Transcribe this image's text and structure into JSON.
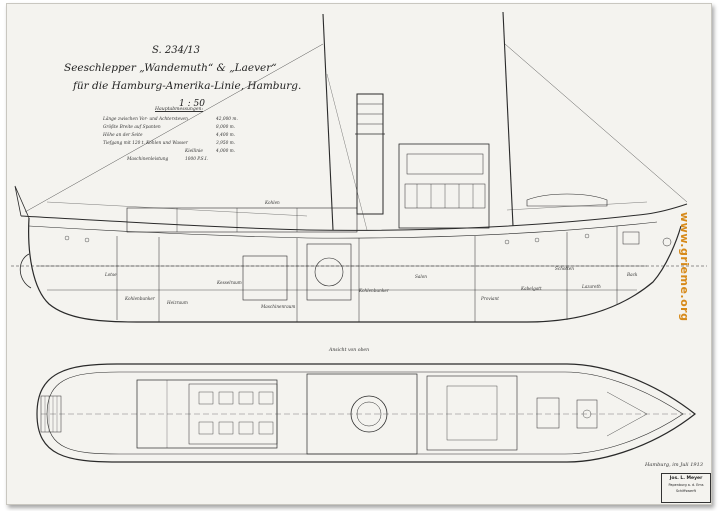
{
  "drawing": {
    "number": "S. 234/13",
    "vessel": "Seeschlepper „Wandemuth“ & „Laever“",
    "owner_line": "für die Hamburg-Amerika-Linie, Hamburg.",
    "scale": "1 : 50",
    "section_view": "Ansicht von oben"
  },
  "dimensions": {
    "heading": "Hauptabmessungen:",
    "rows": [
      {
        "label": "Länge zwischen Vor- und Achtersteven",
        "value": "42,000 m."
      },
      {
        "label": "Größte Breite auf Spanten",
        "value": "8,000 m."
      },
      {
        "label": "Höhe an der Seite",
        "value": "4,400 m."
      },
      {
        "label": "Tiefgang mit 120 t. Kohlen und Wasser",
        "value": "3,950 m."
      },
      {
        "label": "Kiellinie",
        "value": "4,000 m."
      },
      {
        "label": "Maschinenleistung",
        "value": "1000 P.S.I."
      }
    ]
  },
  "profile_labels": [
    "Lotse",
    "Kohlenbunker",
    "Heizraum",
    "Kesselraum",
    "Maschinenraum",
    "Salon",
    "Proviant",
    "Kabelgatt",
    "Schotten",
    "Lazareth",
    "Back",
    "Kohlenbunker",
    "Kohlen"
  ],
  "footer": {
    "date": "Hamburg, im Juli 1913",
    "stamp_title": "Jos. L. Meyer",
    "stamp_line2": "Papenburg a. d. Ems",
    "stamp_line3": "Schiffswerft"
  },
  "watermark": "www.grieme.org",
  "colors": {
    "paper": "#f4f3ef",
    "ink": "#2a2a2a",
    "watermark": "#d78a1a"
  }
}
